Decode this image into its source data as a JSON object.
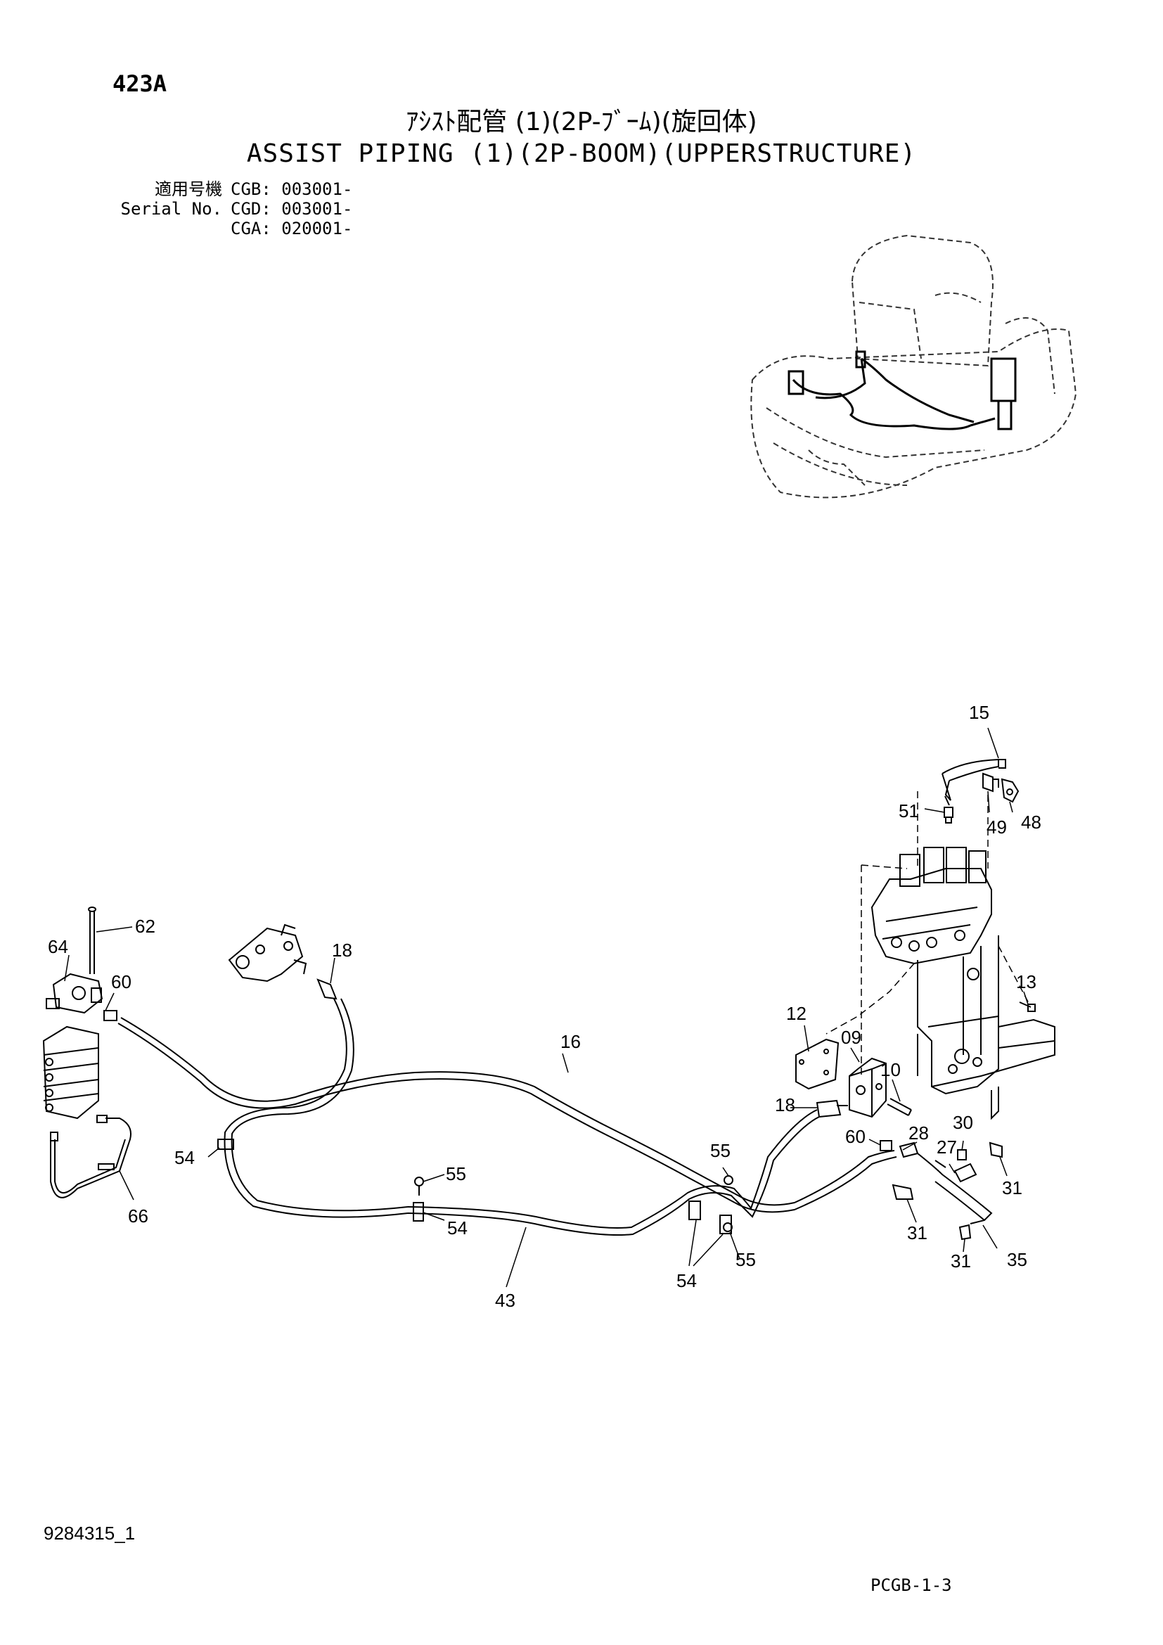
{
  "page_code": "423A",
  "title": {
    "japanese": "ｱｼｽﾄ配管 (1)(2P-ﾌﾞｰﾑ)(旋回体)",
    "english": "ASSIST PIPING (1)(2P-BOOM)(UPPERSTRUCTURE)"
  },
  "serial": {
    "label_jp": "適用号機",
    "label_en": "Serial No.",
    "entries": [
      "CGB: 003001-",
      "CGD: 003001-",
      "CGA: 020001-"
    ]
  },
  "callouts": {
    "c15": "15",
    "c51": "51",
    "c49": "49",
    "c48": "48",
    "c62": "62",
    "c64": "64",
    "c60a": "60",
    "c18a": "18",
    "c13": "13",
    "c12": "12",
    "c09": "09",
    "c10": "10",
    "c16": "16",
    "c18b": "18",
    "c60b": "60",
    "c28": "28",
    "c30": "30",
    "c27": "27",
    "c31a": "31",
    "c54a": "54",
    "c55a": "55",
    "c55b": "55",
    "c54b": "54",
    "c66": "66",
    "c31b": "31",
    "c31c": "31",
    "c35": "35",
    "c55c": "55",
    "c54c": "54",
    "c43": "43"
  },
  "doc_id": "9284315_1",
  "sheet_ref": "PCGB-1-3"
}
